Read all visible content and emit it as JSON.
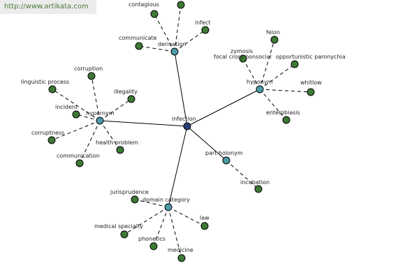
{
  "watermark": "http://www.artikata.com",
  "center": "infection",
  "relations": {
    "derivation": "derivation",
    "hypernym": "hypernym",
    "hyponym": "hyponym",
    "part_holonym": "part holonym",
    "domain_category": "domain category"
  },
  "terms": {
    "contagious": "contagious",
    "infect": "infect",
    "communicate": "communicate",
    "corruption": "corruption",
    "linguistic_process": "linguistic process",
    "illegality": "illegality",
    "incident": "incident",
    "corruptness": "corruptness",
    "health_problem": "health problem",
    "communication": "communication",
    "felon": "felon",
    "zymosis": "zymosis",
    "focal_cross_nonsocial": "focal cross nonsocial",
    "opportunistic_paronychia": "opportunistic paronychia",
    "whitlow": "whitlow",
    "enterobiasis": "enterobiasis",
    "incubation": "incubation",
    "jurisprudence": "jurisprudence",
    "law": "law",
    "medical_specialty": "medical specialty",
    "phonetics": "phonetics",
    "medicine": "medicine"
  },
  "colors": {
    "center_node": "#283e78",
    "relation_node": "#4e9aa8",
    "leaf_node": "#3e7a36",
    "watermark_text": "#4a7a3a",
    "watermark_bg": "#ececec"
  }
}
